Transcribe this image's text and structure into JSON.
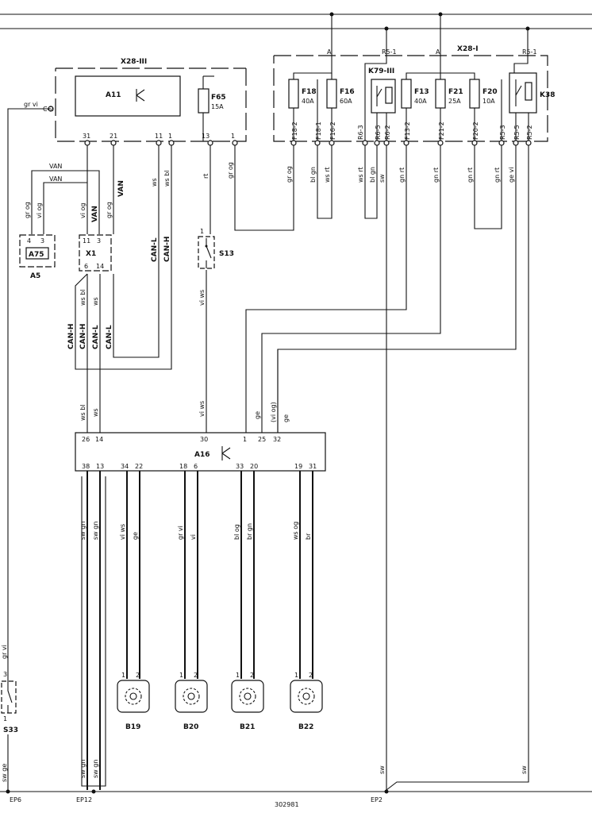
{
  "connectors": {
    "x28_iii": "X28-III",
    "x28_i": "X28-I"
  },
  "components": {
    "a11": "A11",
    "f65": "F65",
    "f65_rating": "15A",
    "f18": "F18",
    "f18_rating": "40A",
    "f16": "F16",
    "f16_rating": "60A",
    "k79": "K79-III",
    "f13": "F13",
    "f13_rating": "40A",
    "f21": "F21",
    "f21_rating": "25A",
    "f20": "F20",
    "f20_rating": "10A",
    "k38": "K38",
    "a75": "A75",
    "a5": "A5",
    "x1": "X1",
    "s13": "S13",
    "a16": "A16",
    "b19": "B19",
    "b20": "B20",
    "b21": "B21",
    "b22": "B22",
    "s33": "S33"
  },
  "grounds": {
    "ep6": "EP6",
    "ep12": "EP12",
    "ep2": "EP2"
  },
  "wires": {
    "gr_vi": "gr vi",
    "gr_og": "gr og",
    "vi_og": "vi og",
    "ws_bl": "ws bl",
    "ws": "ws",
    "rt": "rt",
    "bl_gn": "bl gn",
    "ws_rt": "ws rt",
    "sw": "sw",
    "gn_rt": "gn rt",
    "ge_vi": "ge vi",
    "vi_ws": "vi ws",
    "ge": "ge",
    "vi_og_paren": "(vi og)",
    "sw_gn": "sw gn",
    "vi": "vi",
    "bl_og": "bl og",
    "br_gn": "br gn",
    "ws_og": "ws og",
    "br": "br",
    "sw_ge": "sw ge"
  },
  "bus": {
    "van": "VAN",
    "can_h": "CAN-H",
    "can_l": "CAN-L"
  },
  "pins": {
    "p31": "31",
    "p21": "21",
    "p11": "11",
    "p1": "1",
    "p13": "13",
    "p4": "4",
    "p3": "3",
    "p6": "6",
    "p14": "14",
    "p2": "2",
    "p26": "26",
    "p30": "30",
    "p25": "25",
    "p32": "32",
    "p38": "38",
    "p34": "34",
    "p22": "22",
    "p18": "18",
    "p33": "33",
    "p20": "20",
    "p19": "19",
    "a": "A",
    "r5_1": "R5-1",
    "c2": "C-2"
  },
  "fuse_pins": {
    "f18_2": "F18-2",
    "f18_1": "F18-1",
    "f16_2": "F16-2",
    "r6_3": "R6-3",
    "r6_5": "R6-5",
    "r6_2": "R6-2",
    "f13_2": "F13-2",
    "f21_2": "F21-2",
    "f20_2": "F20-2",
    "r5_3": "R5-3",
    "r5_5": "R5-5",
    "r5_2": "R5-2"
  },
  "footer": {
    "ref": "302981"
  }
}
